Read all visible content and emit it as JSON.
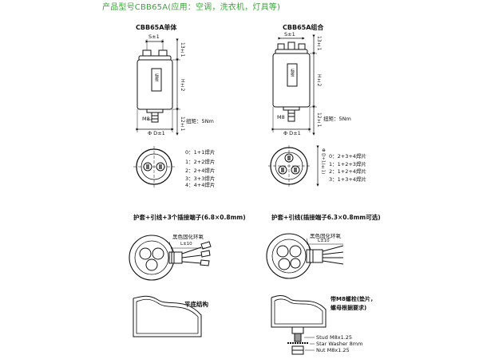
{
  "header": {
    "title": "产品型号CBB65A(应用：空调，洗衣机，灯具等)"
  },
  "single": {
    "heading": "CBB65A单体",
    "dim_s": "S±1",
    "dim_top": "13±1",
    "dim_h": "H±2",
    "dim_bottom": "12±1",
    "dim_m8": "M8",
    "dim_d": "Φ D±1",
    "torque": "扭矩：5Nm",
    "label": "标签",
    "terminals": [
      "0：1+1焊片",
      "1：2+2焊片",
      "2：2+4焊片",
      "3：3+3焊片",
      "4：4+4焊片"
    ]
  },
  "combo": {
    "heading": "CBB65A组合",
    "dim_s": "S±1",
    "dim_top": "13±1",
    "dim_h": "H±2",
    "dim_bottom": "12±1",
    "dim_m8": "M8",
    "dim_d": "Φ D±1",
    "torque": "扭矩：5Nm",
    "label": "标签",
    "side_dim": "Φ D+1(±1)",
    "terminals": [
      "0：2+3+4焊片",
      "1：1+2+3焊片",
      "2：1+2+4焊片",
      "3：1+3+4焊片"
    ]
  },
  "leads_left": {
    "heading": "护套+引线+3个插接端子(6.8×0.8mm)",
    "ring": "黑色固化环氧",
    "dim": "L±10"
  },
  "leads_right": {
    "heading": "护套+引线(插接端子6.3×0.8mm可选)",
    "ring": "黑色固化环氧",
    "dim": "L±10"
  },
  "base_flat": {
    "label": "平底结构"
  },
  "base_stud": {
    "label1": "带M8螺栓(垫片，",
    "label2": "螺母根据要求)",
    "stud": "Stud M8x1.25",
    "washer": "Star Washer 8mm",
    "nut": "Nut M8x1.25"
  }
}
